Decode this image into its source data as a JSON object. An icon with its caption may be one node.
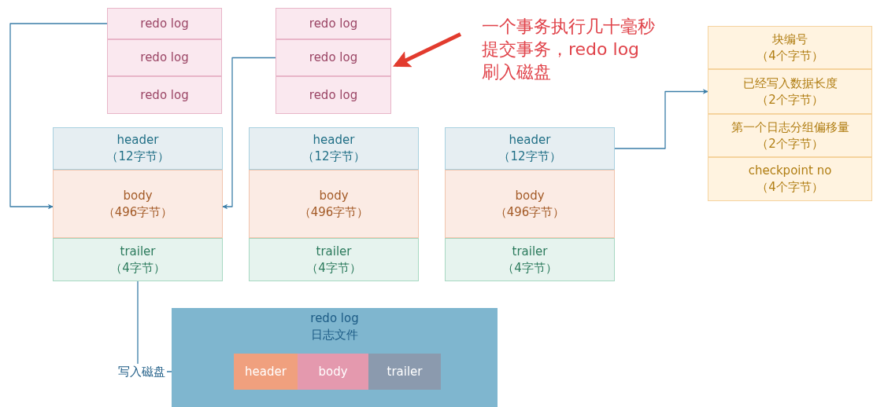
{
  "diagram": {
    "nodes": [
      {
        "text": [
          "redo log"
        ]
      },
      {
        "text": [
          "redo log"
        ]
      },
      {
        "text": [
          "redo log"
        ]
      },
      {
        "text": [
          "redo log"
        ]
      },
      {
        "text": [
          "redo log"
        ]
      },
      {
        "text": [
          "redo log"
        ]
      },
      {
        "text": [
          "一个事务执行几十毫秒提交事务，redo log刷入磁盘"
        ]
      },
      {
        "text": [
          "header",
          "（12字节）"
        ]
      },
      {
        "text": [
          "body",
          "（496字节）"
        ]
      },
      {
        "text": [
          "trailer",
          "（4字节）"
        ]
      },
      {
        "text": [
          "header",
          "（12字节）"
        ]
      },
      {
        "text": [
          "body",
          "（496字节）"
        ]
      },
      {
        "text": [
          "trailer",
          "（4字节）"
        ]
      },
      {
        "text": [
          "header",
          "（12字节）"
        ]
      },
      {
        "text": [
          "body",
          "（496字节）"
        ]
      },
      {
        "text": [
          "trailer",
          "（4字节）"
        ]
      },
      {
        "text": [
          "块编号",
          "（4个字节）"
        ]
      },
      {
        "text": [
          "已经写入数据长度",
          "（2个字节）"
        ]
      },
      {
        "text": [
          "第一个日志分组偏移量",
          "（2个字节）"
        ]
      },
      {
        "text": [
          "checkpoint no",
          "（4个字节）"
        ]
      },
      {
        "text": [
          "redo log",
          "日志文件"
        ]
      },
      {
        "text": [
          "header"
        ],
        "in": 20
      },
      {
        "text": [
          "body"
        ],
        "in": 20
      },
      {
        "text": [
          "trailer"
        ],
        "in": 20
      }
    ],
    "edges": [
      {
        "from": 0,
        "to": 8,
        "arrow": "to"
      },
      {
        "from": 4,
        "to": 8,
        "arrow": "to"
      },
      {
        "from": 6,
        "to": 4,
        "arrow": "to",
        "style": "thick",
        "color": "#e23b2e"
      },
      {
        "from": 13,
        "to": 17,
        "arrow": "to"
      },
      {
        "from": 9,
        "to": 21,
        "arrow": "to",
        "label": "写入磁盘"
      }
    ]
  }
}
